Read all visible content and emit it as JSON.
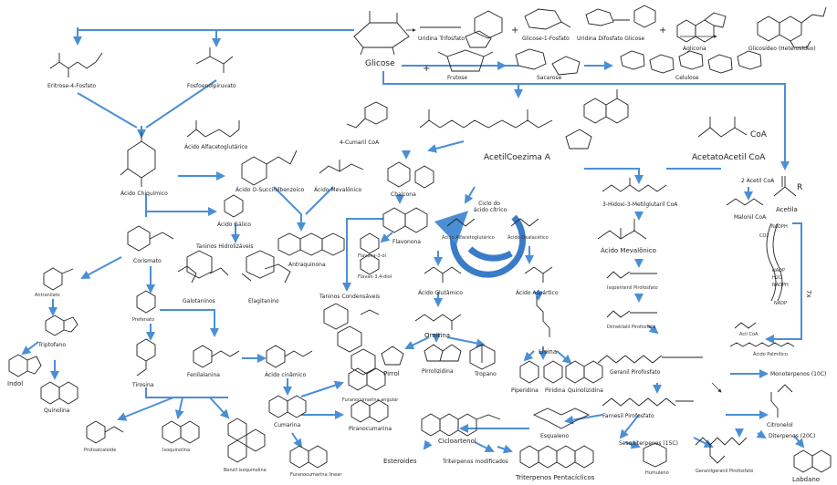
{
  "labels": {
    "glicose": "Glicose",
    "uridina_trifosfato": "Uridina Trifosfato",
    "glicose_1_fosfato": "Glicose-1-Fosfato",
    "uridina_difosfato_glicose": "Uridina Difosfato Glicose",
    "aglicona": "Aglicona",
    "glicosideo": "Glicosídeo (Heterosídeo)",
    "frutose": "Frutose",
    "sacarose": "Sacarose",
    "celulose": "Celulose",
    "eritrose": "Eritrose-4-Fosfato",
    "fosfoenolpiruvato": "Fosfoenolpiruvato",
    "alfacetoglutarico": "Ácido Alfacetoglutárico",
    "chiquimico": "Ácido Chiquímico",
    "succinilbenzoico": "Ácido O-Succinilbenzoico",
    "mevalonico_top": "Ácido Mevalônico",
    "cumaril": "4-Cumaril CoA",
    "acetilcoa": "AcetilCoezima A",
    "acetoacetil": "AcetatoAcetil CoA",
    "acetoacetil_coa_text": "CoA",
    "acetil_coa_2": "2 Acetil CoA",
    "acetila": "Acetila",
    "acetila_r": "R",
    "malonil": "Malonil CoA",
    "chalcona": "Chalcona",
    "galico": "Ácido Gálico",
    "hidroximetil": "3-Hidoxi-3-Metilglutaril CoA",
    "mevalonico_big": "Ácido Mevalônico",
    "ciclo": "Ciclo do ácido cítrico",
    "alfacetoglutarico_small": "Ácido Alfacetoglutárico",
    "oxalacetico": "Ácido Oxalacético",
    "flavonona": "Flavonona",
    "flavona": "Flavona-3-ol",
    "flavan": "Flavan-3,4-diol",
    "taninos_hidro": "Taninos Hidrolizáveis",
    "antraquinona": "Antraquinona",
    "corismato": "Corismato",
    "antranilato": "Antranilato",
    "galotaninos": "Galotaninos",
    "elagitanino": "Elagitanino",
    "taninos_cond": "Taninos Condensáveis",
    "glutamico": "Ácido Glutâmico",
    "aspartico": "Ácido Aspártico",
    "ornitina": "Ornitina",
    "lisina": "Lisina",
    "pirrol": "Pirrol",
    "pirrolizidina": "Pirrolizidina",
    "tropano": "Tropano",
    "piperidina": "Piperidina",
    "piridina": "Piridina",
    "quinolizidina": "Quinolizidina",
    "prefenato": "Prefenato",
    "triptofano": "Triptofano",
    "indol": "Indol",
    "quinolina": "Quinolina",
    "tirosina": "Tirosina",
    "fenilalanina": "Fenilalanina",
    "cinamico": "Ácido cinâmico",
    "cumarina": "Cumarina",
    "piranocumarina": "Piranocumarina",
    "furanocumarina_angular": "Furanocumarina angular",
    "furanocumarina_linear": "Furanocumarina linear",
    "protoalcaloide": "Protoalcaloide",
    "isoquinolina": "Isoquinolina",
    "benzil": "Benzil isoquinolina",
    "isopentenil": "Isopentenil Pirofosfato",
    "dimetilalil": "Dimetilalil Pirofosfato",
    "geranil": "Geranil Pirofosfato",
    "monoterpenos": "Monoterpenos (10C)",
    "farnesil": "Farnesil Pirofosfato",
    "sesquiterpenos": "Sesquiterpenos (15C)",
    "humuleno": "Humuleno",
    "geranilgeranil": "Geranilgeranil Pirofosfato",
    "citronelol": "Citronelol",
    "diterpenos": "Diterpenos (20C)",
    "labdano": "Labdano",
    "esqualeno": "Esqualeno",
    "cicloartenol": "Cicloartenol",
    "esteroides": "Esteroides",
    "triterpenos_mod": "Triterpenos modificados",
    "triterpenos_penta": "Triterpenos Pentacíclicos",
    "acil_coa": "Acil CoA",
    "acido_palmitico": "Ácido Palmítico",
    "nadph": "NADPH",
    "nadp": "NADP",
    "h2o": "H2O",
    "co2": "CO2",
    "repeat": "7x",
    "plus": "+"
  }
}
